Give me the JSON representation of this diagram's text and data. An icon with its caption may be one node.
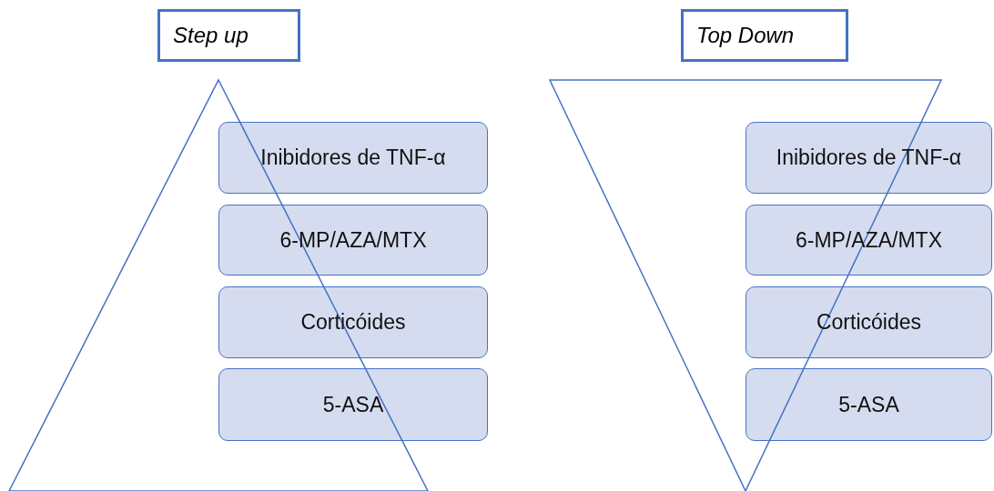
{
  "diagram": {
    "nodes": [
      {
        "text": [
          "Step up"
        ]
      },
      {
        "text": [],
        "shape": "triangle"
      },
      {
        "text": [
          "Inibidores de TNF-α"
        ]
      },
      {
        "text": [
          "6-MP/AZA/MTX"
        ]
      },
      {
        "text": [
          "Corticóides"
        ]
      },
      {
        "text": [
          "5-ASA"
        ]
      },
      {
        "text": [
          "Top Down"
        ]
      },
      {
        "text": [],
        "shape": "inverted-triangle"
      },
      {
        "text": [
          "Inibidores de TNF-α"
        ]
      },
      {
        "text": [
          "6-MP/AZA/MTX"
        ]
      },
      {
        "text": [
          "Corticóides"
        ]
      },
      {
        "text": [
          "5-ASA"
        ]
      }
    ]
  }
}
